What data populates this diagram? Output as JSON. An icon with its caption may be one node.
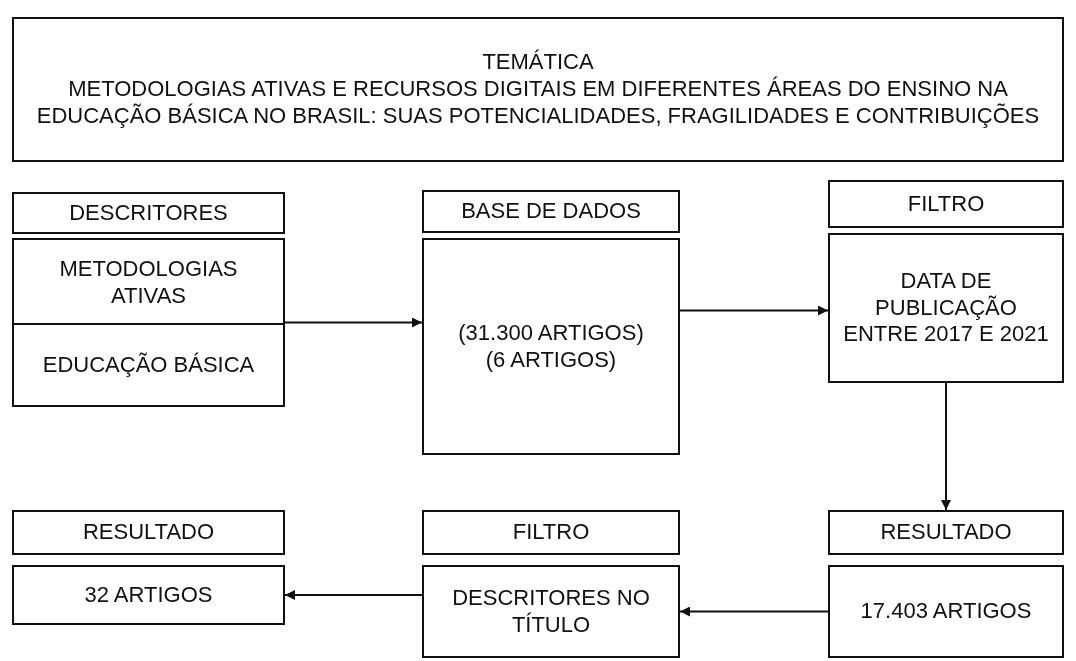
{
  "diagram": {
    "nodes": [
      {
        "text": [
          "TEMÁTICA",
          "METODOLOGIAS ATIVAS E RECURSOS DIGITAIS EM DIFERENTES ÁREAS DO ENSINO NA EDUCAÇÃO BÁSICA NO BRASIL: SUAS POTENCIALIDADES, FRAGILIDADES E CONTRIBUIÇÕES"
        ]
      },
      {
        "text": [
          "DESCRITORES"
        ]
      },
      {
        "text": [],
        "shape": "box"
      },
      {
        "text": [
          "METODOLOGIAS ATIVAS"
        ],
        "in": 2
      },
      {
        "text": [
          "EDUCAÇÃO BÁSICA"
        ],
        "in": 2
      },
      {
        "text": [
          "BASE DE DADOS"
        ]
      },
      {
        "text": [
          "(31.300 ARTIGOS)",
          "(6 ARTIGOS)"
        ]
      },
      {
        "text": [
          "FILTRO"
        ]
      },
      {
        "text": [
          "DATA DE PUBLICAÇÃO ENTRE 2017 E 2021"
        ]
      },
      {
        "text": [
          "RESULTADO"
        ]
      },
      {
        "text": [
          "17.403 ARTIGOS"
        ]
      },
      {
        "text": [
          "FILTRO"
        ]
      },
      {
        "text": [
          "DESCRITORES NO TÍTULO"
        ]
      },
      {
        "text": [
          "RESULTADO"
        ]
      },
      {
        "text": [
          "32 ARTIGOS"
        ]
      }
    ],
    "edges": [
      {
        "from": 2,
        "to": 6,
        "arrow": "to"
      },
      {
        "from": 6,
        "to": 8,
        "arrow": "to"
      },
      {
        "from": 8,
        "to": 9,
        "arrow": "to"
      },
      {
        "from": 10,
        "to": 12,
        "arrow": "to"
      },
      {
        "from": 12,
        "to": 14,
        "arrow": "to"
      }
    ]
  }
}
